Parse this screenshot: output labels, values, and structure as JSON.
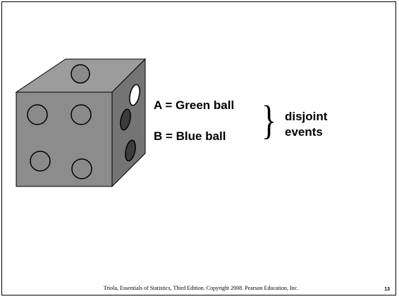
{
  "slide": {
    "event_a": "A = Green ball",
    "event_b": "B = Blue ball",
    "brace": "}",
    "disjoint_line1": "disjoint",
    "disjoint_line2": "events",
    "footer": "Triola, Essentials of Statistics, Third Edition. Copyright  2008.  Pearson Education, Inc.",
    "page_number": "13"
  },
  "die": {
    "face_colors": {
      "front": "#8c8c8c",
      "top": "#9c9c9c",
      "side": "#747474"
    },
    "pip_colors": {
      "front": "#8a8a8a",
      "top": "#8a8a8a",
      "side_light": "#ffffff",
      "side_dark": "#3c3c3c"
    }
  }
}
